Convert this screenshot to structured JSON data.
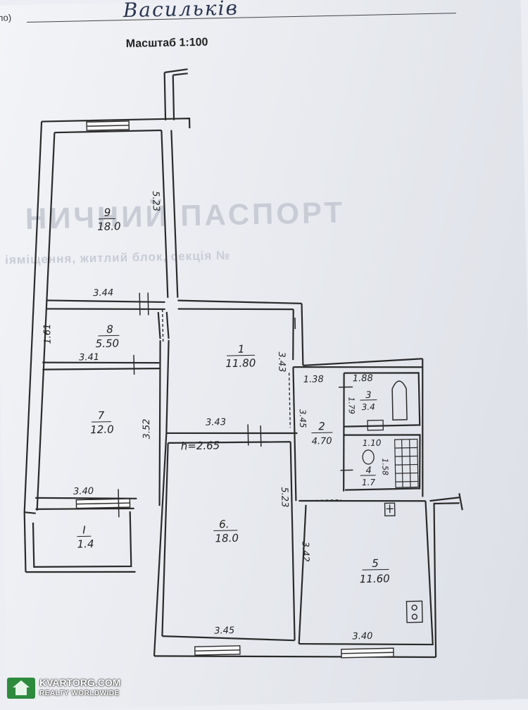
{
  "header": {
    "left_fragment": "ело)",
    "handwritten": "Васильків",
    "scale": "Масштаб 1:100"
  },
  "watermark": {
    "brand": "KVARTORG.COM",
    "tagline": "REALTY WORLDWIDE"
  },
  "bleed_through": {
    "heading": "НИЧНИЙ ПАСПОРТ",
    "line": "іяміщення, житлий блок, секція №"
  },
  "rooms": [
    {
      "id": "9",
      "number": "9",
      "area": "18.0"
    },
    {
      "id": "8",
      "number": "8",
      "area": "5.50"
    },
    {
      "id": "7",
      "number": "7",
      "area": "12.0"
    },
    {
      "id": "I",
      "number": "I",
      "area": "1.4"
    },
    {
      "id": "1",
      "number": "1",
      "area": "11.80"
    },
    {
      "id": "6",
      "number": "6.",
      "area": "18.0"
    },
    {
      "id": "2",
      "number": "2",
      "area": "4.70"
    },
    {
      "id": "3",
      "number": "3",
      "area": "3.4"
    },
    {
      "id": "4",
      "number": "4",
      "area": "1.7"
    },
    {
      "id": "5",
      "number": "5",
      "area": "11.60"
    }
  ],
  "ceiling_height": "h=2.65",
  "dimensions": [
    "5.23",
    "3.44",
    "1.61",
    "3.41",
    "3.52",
    "3.40",
    "3.43",
    "3.43",
    "3.45",
    "5.23",
    "3.42",
    "3.40",
    "1.38",
    "1.88",
    "1.79",
    "3.45",
    "1.10",
    "1.58"
  ]
}
